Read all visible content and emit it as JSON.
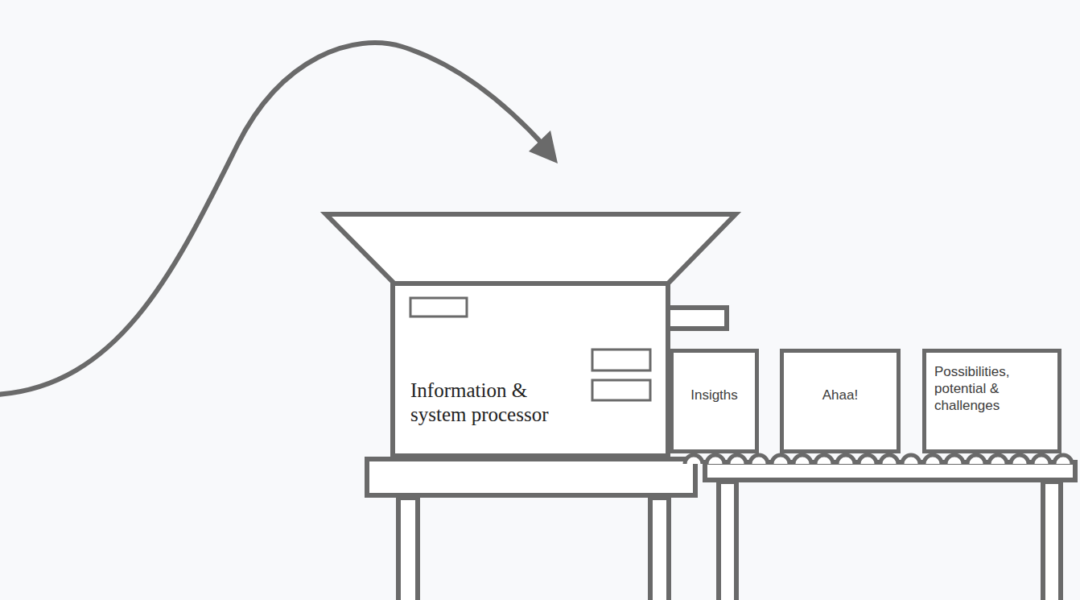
{
  "diagram": {
    "nodes": [
      {
        "text": [
          "Information & system processor"
        ]
      },
      {
        "text": [
          "Insigths"
        ]
      },
      {
        "text": [
          "Ahaa!"
        ]
      },
      {
        "text": [
          "Possibilities, potential & challenges"
        ]
      }
    ]
  }
}
